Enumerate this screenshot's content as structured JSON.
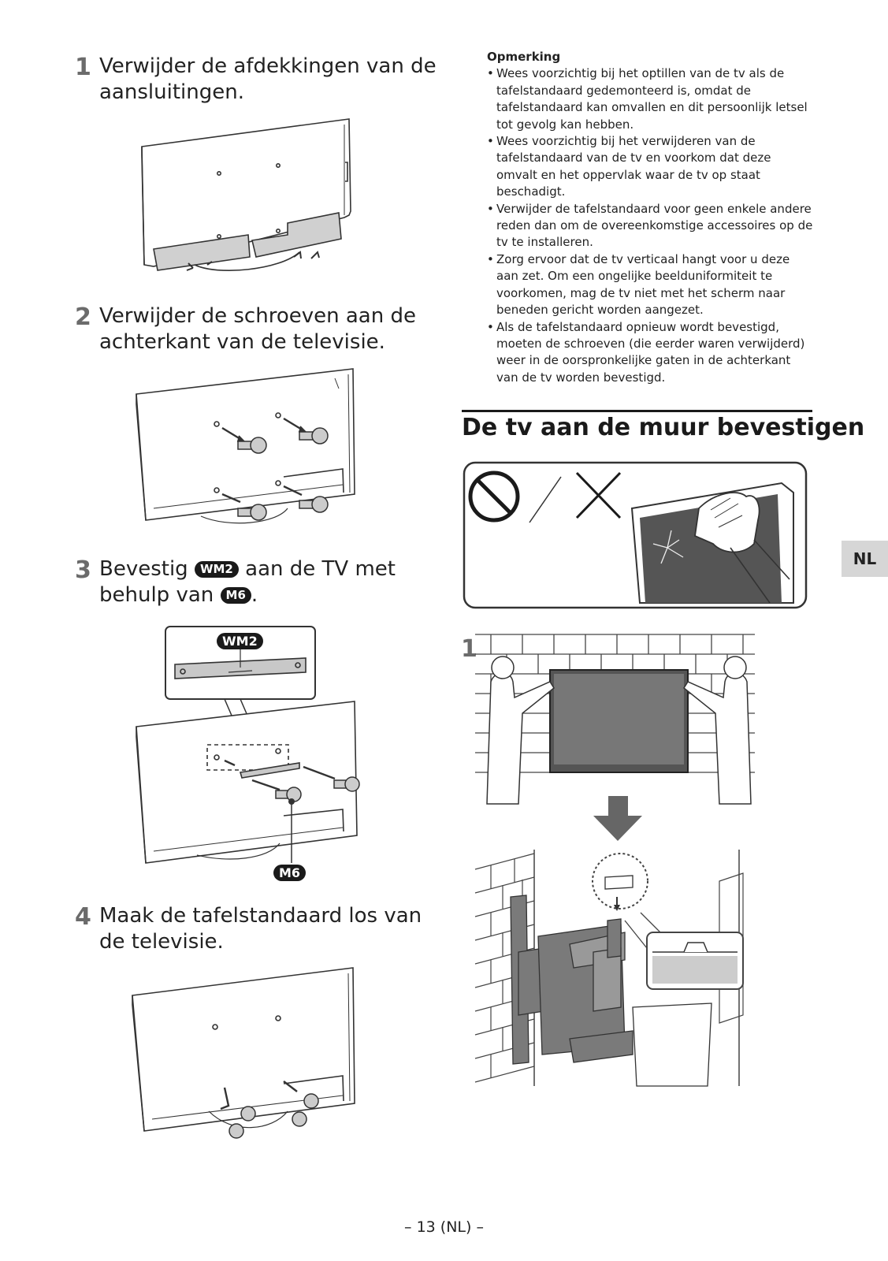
{
  "steps": [
    {
      "number": "1",
      "text": "Verwijder de afdekkingen van de aansluitingen."
    },
    {
      "number": "2",
      "text": "Verwijder de schroeven aan de achterkant van de televisie."
    },
    {
      "number": "3",
      "text_before": "Bevestig",
      "part_a": "WM2",
      "text_middle": "aan de TV met behulp van",
      "part_b": "M6",
      "text_after": "."
    },
    {
      "number": "4",
      "text": "Maak de tafelstandaard los van de televisie."
    }
  ],
  "callouts": {
    "wm2": "WM2",
    "m6": "M6"
  },
  "note": {
    "heading": "Opmerking",
    "items": [
      "Wees voorzichtig bij het optillen van de tv als de tafelstandaard gedemonteerd is, omdat de tafelstandaard kan omvallen en dit persoonlijk letsel tot gevolg kan hebben.",
      "Wees voorzichtig bij het verwijderen van de tafelstandaard van de tv en voorkom dat deze omvalt en het oppervlak waar de tv op staat beschadigt.",
      "Verwijder de tafelstandaard voor geen enkele andere reden dan om de overeenkomstige accessoires op de tv te installeren.",
      "Zorg ervoor dat de tv verticaal hangt voor u deze aan zet. Om een ongelijke beelduniformiteit te voorkomen, mag de tv niet met het scherm naar beneden gericht worden aangezet.",
      "Als de tafelstandaard opnieuw wordt bevestigd, moeten de schroeven (die eerder waren verwijderd) weer in de oorspronkelijke gaten in de achterkant van de tv worden bevestigd."
    ]
  },
  "section": {
    "title": "De tv aan de muur bevestigen",
    "step_number": "1"
  },
  "language_tab": "NL",
  "footer": "– 13 (NL) –"
}
